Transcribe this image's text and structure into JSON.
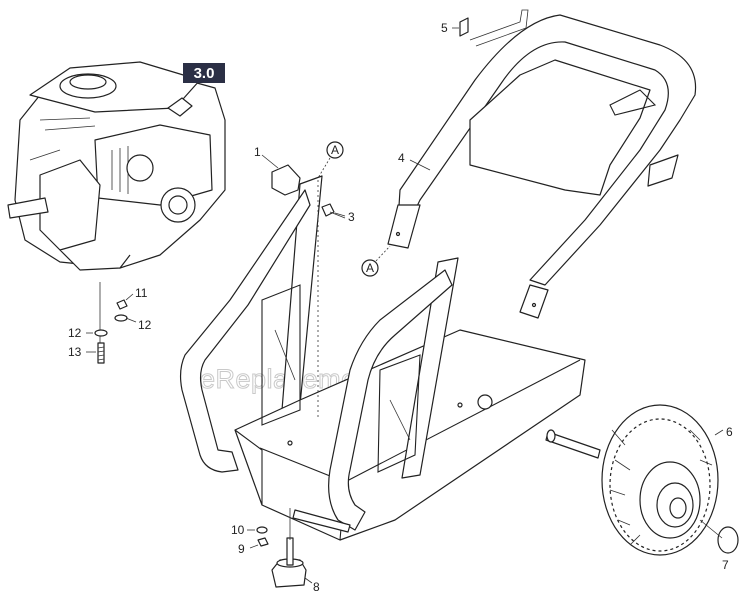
{
  "diagram": {
    "section_badge": "3.0",
    "watermark": "eReplacementParts.com",
    "callouts": {
      "c1": "1",
      "c3": "3",
      "c4": "4",
      "c5": "5",
      "c6": "6",
      "c7": "7",
      "c8": "8",
      "c9": "9",
      "c10": "10",
      "c11": "11",
      "c12a": "12",
      "c12b": "12",
      "c13": "13",
      "ref_a1": "A",
      "ref_a2": "A"
    }
  }
}
